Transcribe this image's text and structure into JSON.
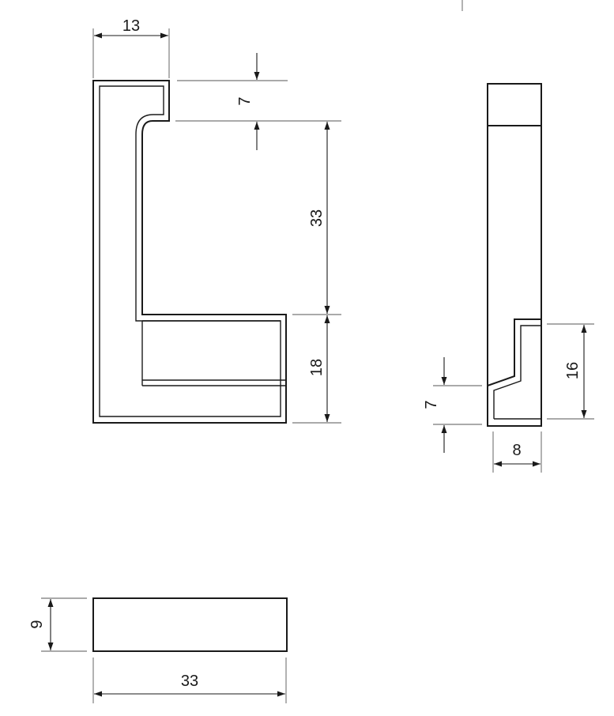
{
  "front_view": {
    "dim_top_width": "13",
    "dim_upper_lip": "7",
    "dim_gap_height": "33",
    "dim_lower_block": "18"
  },
  "side_view": {
    "dim_step_height": "16",
    "dim_foot": "7",
    "dim_depth": "8"
  },
  "top_view": {
    "dim_thickness": "9",
    "dim_length": "33"
  }
}
